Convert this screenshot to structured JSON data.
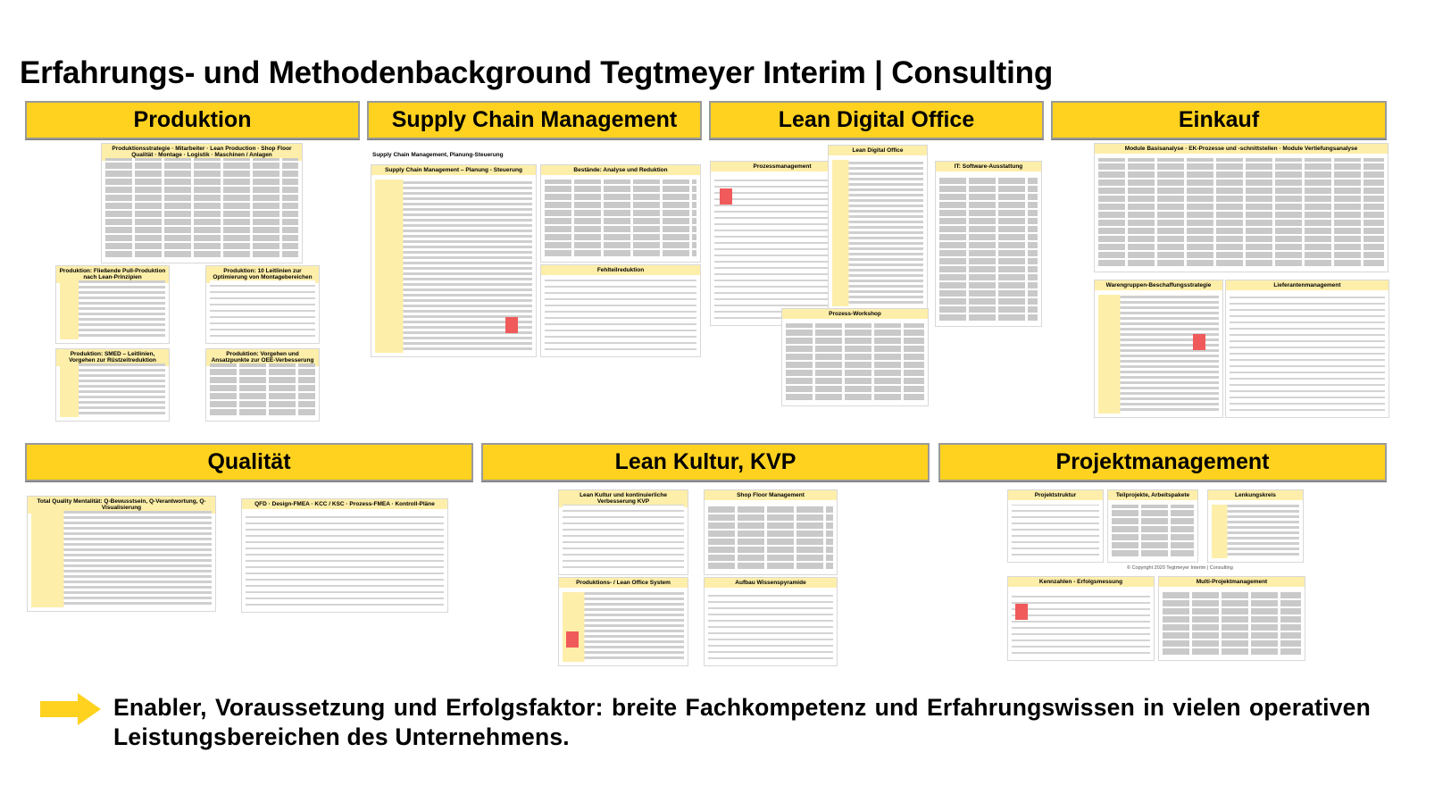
{
  "title": "Erfahrungs- und Methodenbackground Tegtmeyer Interim | Consulting",
  "sections": {
    "produktion": "Produktion",
    "scm": "Supply Chain Management",
    "ldo": "Lean Digital Office",
    "einkauf": "Einkauf",
    "qualitaet": "Qualität",
    "kvp": "Lean Kultur, KVP",
    "pm": "Projektmanagement"
  },
  "thumbs": {
    "prod_main": "Produktionsstrategie · Mitarbeiter · Lean Production · Shop Floor Qualität · Montage · Logistik · Maschinen / Anlagen",
    "prod_pull": "Produktion: Fließende Pull-Produktion nach Lean-Prinzipien",
    "prod_montage": "Produktion: 10 Leitlinien zur Optimierung von Montagebereichen",
    "prod_smed": "Produktion: SMED – Leitlinien, Vorgehen zur Rüstzeitreduktion",
    "prod_oee": "Produktion: Vorgehen und Ansatzpunkte zur OEE-Verbesserung",
    "scm_title": "Supply Chain Management, Planung-Steuerung",
    "scm_main": "Supply Chain Management – Planung - Steuerung",
    "scm_bestaende": "Bestände: Analyse und Reduktion",
    "scm_fehlteile": "Fehlteilreduktion",
    "ldo_prozess": "Prozessmanagement",
    "ldo_main": "Lean Digital Office",
    "ldo_it": "IT: Software-Ausstattung",
    "ldo_workshop": "Prozess-Workshop",
    "ek_module": "Module Basisanalyse · EK-Prozesse und -schnittstellen · Module Vertiefungsanalyse",
    "ek_warengruppen": "Warengruppen-Beschaffungsstrategie",
    "ek_lieferanten": "Lieferantenmanagement",
    "q_tqm": "Total Quality Mentalität: Q-Bewusstsein, Q-Verantwortung, Q-Visualisierung",
    "q_fmea": "QFD · Design-FMEA · KCC / KSC · Prozess-FMEA · Kontroll-Pläne",
    "kvp_kultur": "Lean Kultur und kontinuierliche Verbesserung KVP",
    "kvp_sfm": "Shop Floor Management",
    "kvp_system": "Produktions- / Lean Office System",
    "kvp_wissen": "Aufbau Wissenspyramide",
    "pm_struktur": "Projektstruktur",
    "pm_teil": "Teilprojekte, Arbeitspakete",
    "pm_lenkung": "Lenkungskreis",
    "pm_kennzahlen": "Kennzahlen - Erfolgsmessung",
    "pm_multi": "Multi-Projektmanagement"
  },
  "copyright": "© Copyright 2020 Tegtmeyer Interim | Consulting",
  "footer": "Enabler, Voraussetzung und Erfolgsfaktor: breite Fachkompetenz und Erfahrungswissen in vielen operativen Leistungsbereichen des Unternehmens.",
  "colors": {
    "accent": "#ffd21f",
    "thumb_header": "#fdeeaa",
    "highlight": "#f05a5a"
  }
}
